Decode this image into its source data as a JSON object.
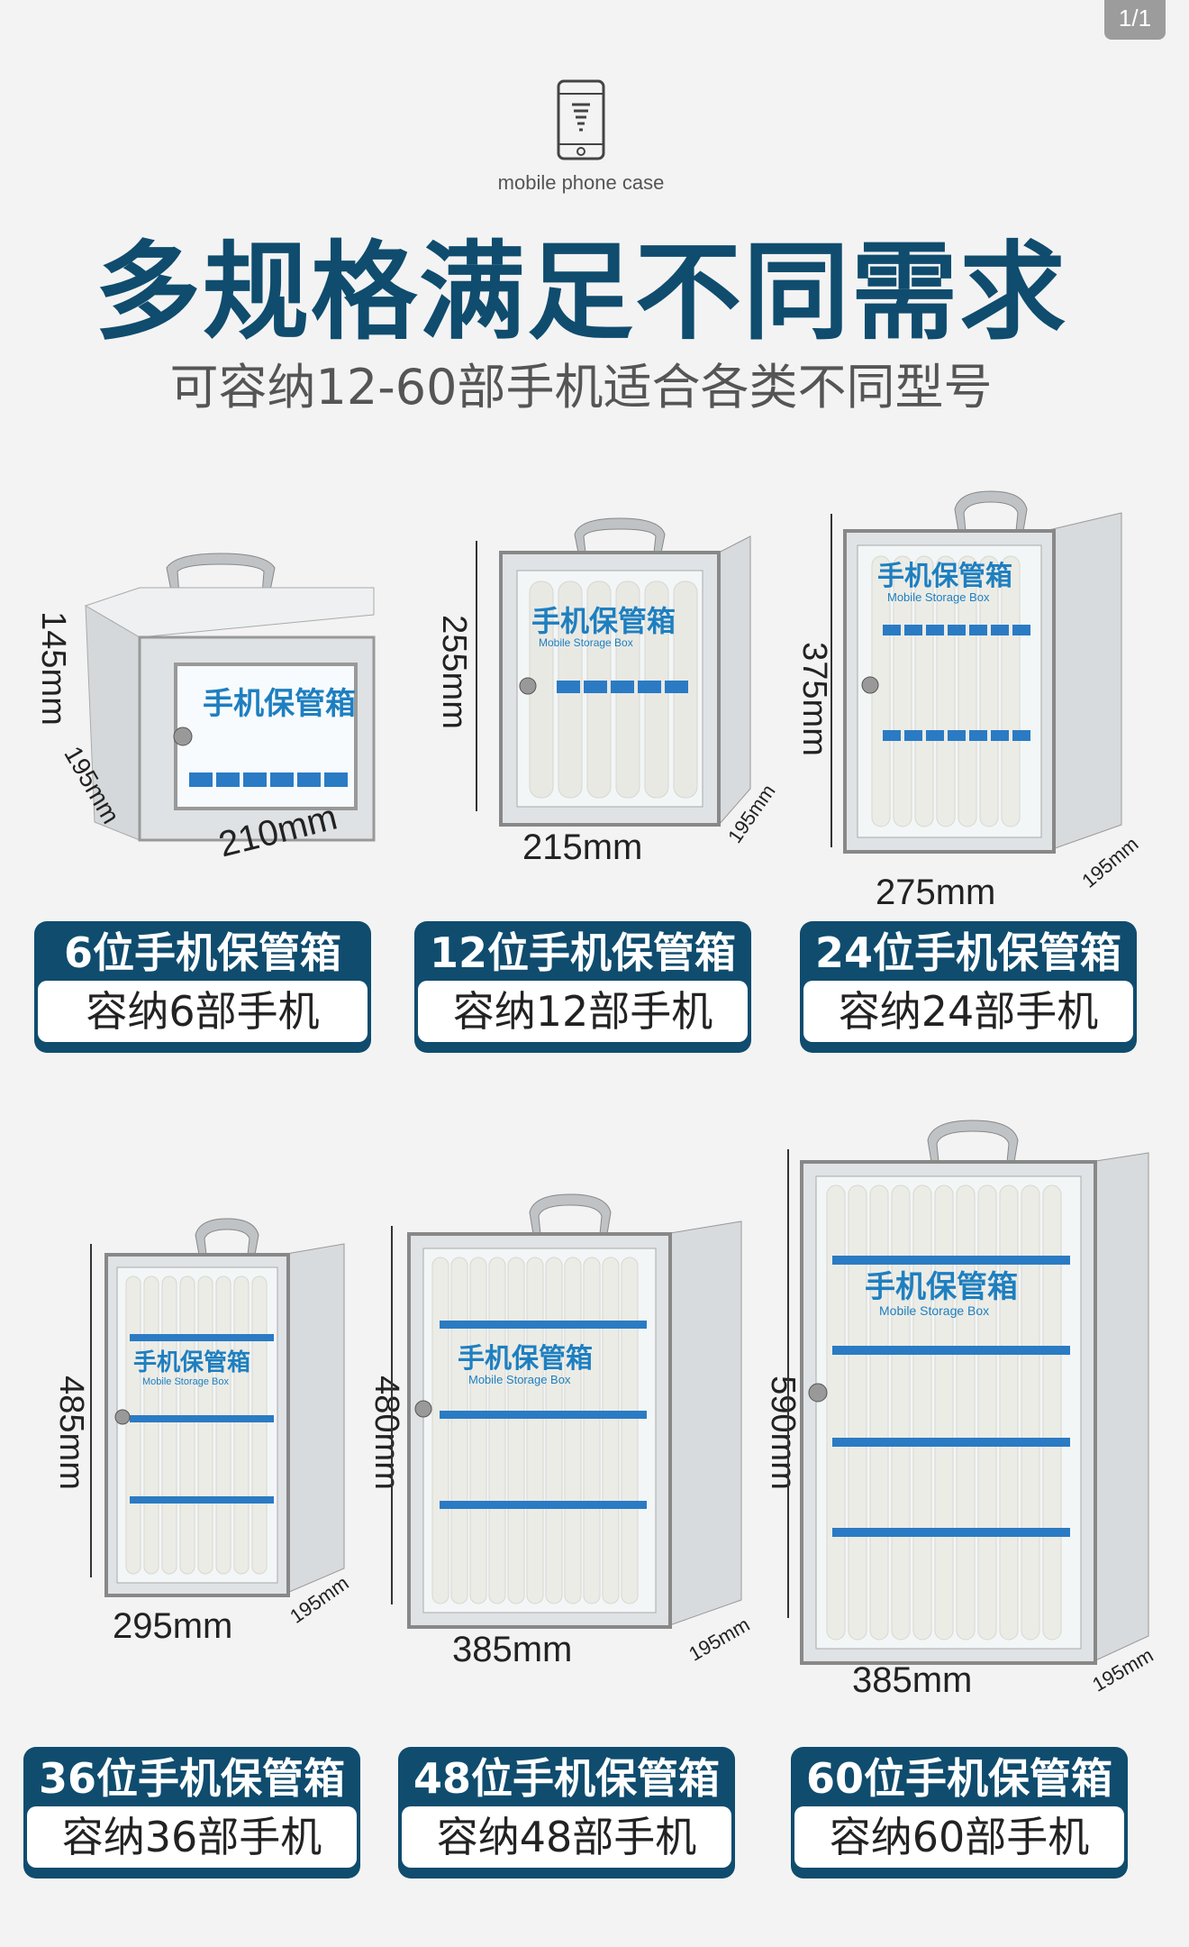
{
  "page_counter": "1/1",
  "icon": "mobile-phone-icon",
  "subtitle_en": "mobile phone case",
  "headline": "多规格满足不同需求",
  "subline": "可容纳12-60部手机适合各类不同型号",
  "box_title": "手机保管箱",
  "box_title_en": "Mobile Storage Box",
  "products": [
    {
      "top": "6位手机保管箱",
      "bottom": "容纳6部手机",
      "height": "145mm",
      "width": "210mm",
      "depth": "195mm"
    },
    {
      "top": "12位手机保管箱",
      "bottom": "容纳12部手机",
      "height": "255mm",
      "width": "215mm",
      "depth": "195mm"
    },
    {
      "top": "24位手机保管箱",
      "bottom": "容纳24部手机",
      "height": "375mm",
      "width": "275mm",
      "depth": "195mm"
    },
    {
      "top": "36位手机保管箱",
      "bottom": "容纳36部手机",
      "height": "485mm",
      "width": "295mm",
      "depth": "195mm"
    },
    {
      "top": "48位手机保管箱",
      "bottom": "容纳48部手机",
      "height": "480mm",
      "width": "385mm",
      "depth": "195mm"
    },
    {
      "top": "60位手机保管箱",
      "bottom": "容纳60部手机",
      "height": "590mm",
      "width": "385mm",
      "depth": "195mm"
    }
  ]
}
